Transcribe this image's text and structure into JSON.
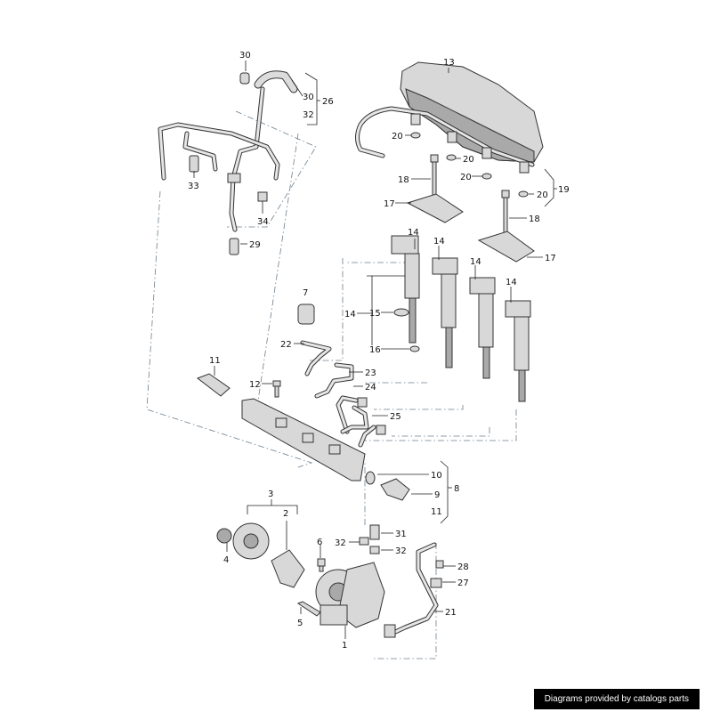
{
  "footer": {
    "credit": "Diagrams provided by catalogs parts"
  },
  "labels": {
    "l1": "1",
    "l2": "2",
    "l3": "3",
    "l4": "4",
    "l5": "5",
    "l6": "6",
    "l7": "7",
    "l8": "8",
    "l9": "9",
    "l10": "10",
    "l11a": "11",
    "l11b": "11",
    "l12": "12",
    "l13": "13",
    "l14a": "14",
    "l14b": "14",
    "l14c": "14",
    "l14d": "14",
    "l14e": "14",
    "l15": "15",
    "l16": "16",
    "l17a": "17",
    "l17b": "17",
    "l18a": "18",
    "l18b": "18",
    "l19": "19",
    "l20a": "20",
    "l20b": "20",
    "l20c": "20",
    "l20d": "20",
    "l21": "21",
    "l22": "22",
    "l23": "23",
    "l24": "24",
    "l25": "25",
    "l26": "26",
    "l27": "27",
    "l28": "28",
    "l29": "29",
    "l30a": "30",
    "l30b": "30",
    "l31": "31",
    "l32a": "32",
    "l32b": "32",
    "l32c": "32",
    "l33": "33",
    "l34": "34"
  }
}
